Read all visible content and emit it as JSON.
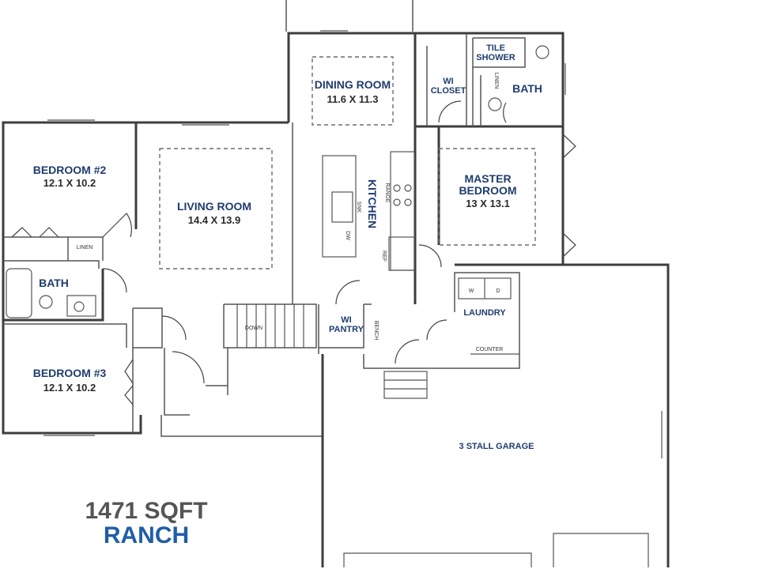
{
  "rooms": {
    "dining": {
      "name": "DINING ROOM",
      "size": "11.6 X 11.3"
    },
    "living": {
      "name": "LIVING ROOM",
      "size": "14.4 X 13.9"
    },
    "bedroom2": {
      "name": "BEDROOM #2",
      "size": "12.1 X 10.2"
    },
    "bedroom3": {
      "name": "BEDROOM #3",
      "size": "12.1 X 10.2"
    },
    "master": {
      "name_line1": "MASTER",
      "name_line2": "BEDROOM",
      "size": "13 X 13.1"
    },
    "bath_hall": {
      "name": "BATH"
    },
    "bath_master": {
      "name": "BATH"
    },
    "wi_closet": {
      "line1": "WI",
      "line2": "CLOSET"
    },
    "tile_shower": {
      "line1": "TILE",
      "line2": "SHOWER"
    },
    "kitchen": {
      "name": "KITCHEN"
    },
    "wi_pantry": {
      "line1": "WI",
      "line2": "PANTRY"
    },
    "laundry": {
      "name": "LAUNDRY"
    },
    "garage": {
      "name": "3 STALL GARAGE"
    }
  },
  "fixtures": {
    "linen_hall": "LINEN",
    "linen_master": "LINEN",
    "range": "RANGE",
    "sink": "SNK",
    "dishwasher": "DW",
    "refrigerator": "REF",
    "bench": "BENCH",
    "washer": "W",
    "dryer": "D",
    "counter": "COUNTER",
    "stairs": "DOWN"
  },
  "summary": {
    "sqft": "1471 SQFT",
    "style": "RANCH"
  },
  "colors": {
    "room_label": "#1f3c6e",
    "style_label": "#1f5da8",
    "sqft_label": "#555555",
    "wall": "#3d3d3d"
  }
}
